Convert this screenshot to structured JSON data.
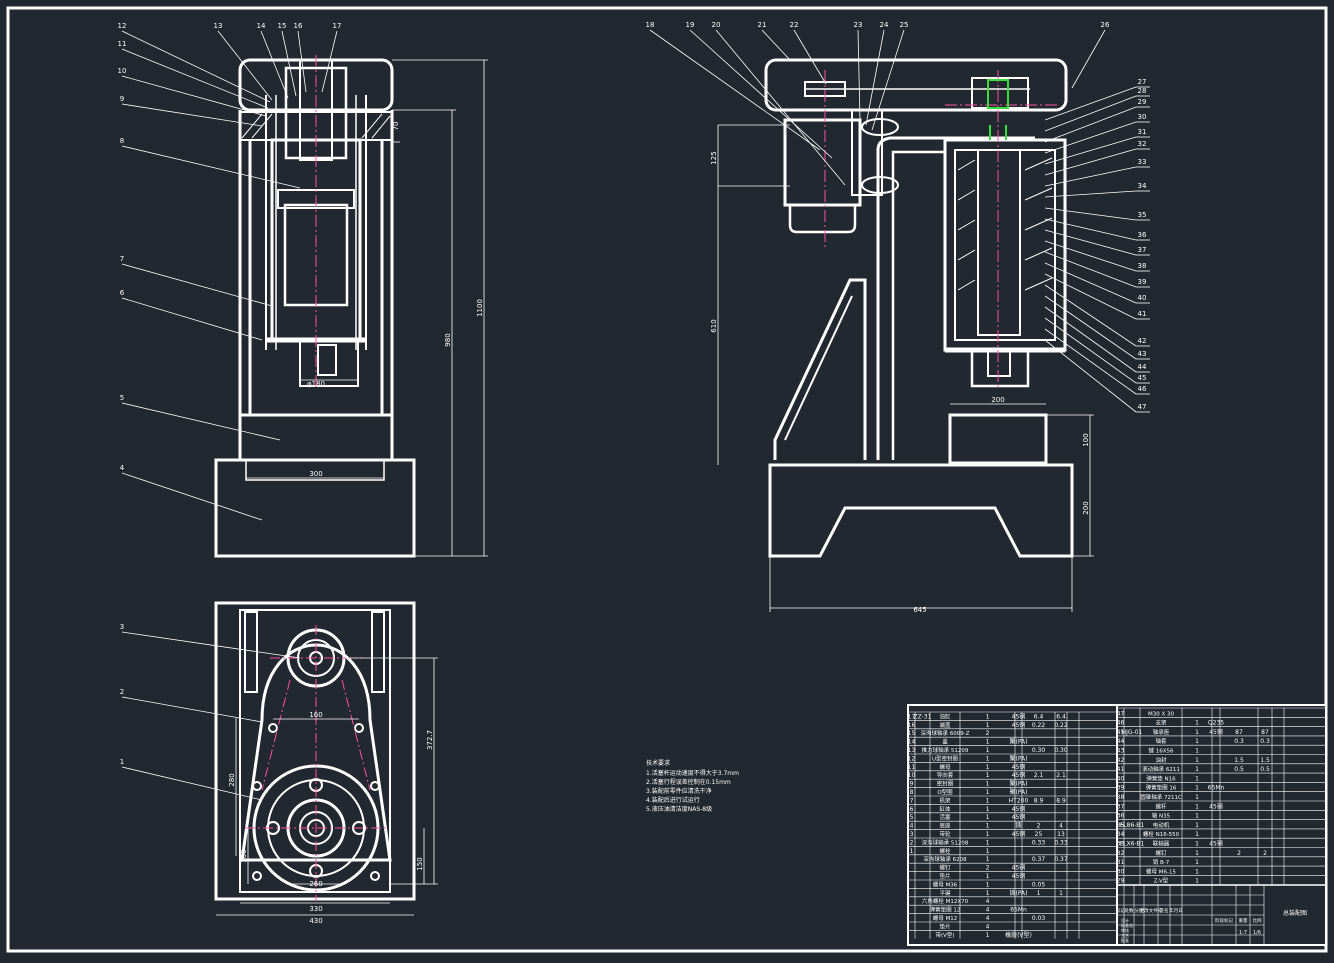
{
  "colors": {
    "background": "#212830",
    "line": "#ffffff",
    "center_line": "#ff4fa0",
    "highlight": "#3ddc3d"
  },
  "front_view": {
    "callouts": [
      "12",
      "11",
      "10",
      "9",
      "8",
      "7",
      "6",
      "5",
      "4",
      "13",
      "14",
      "15",
      "16",
      "17"
    ],
    "dims": {
      "bore": "φ180",
      "table_width": "300",
      "height_total": "1100",
      "height_inner": "980",
      "top_gap": "70"
    }
  },
  "top_view": {
    "callouts": [
      "3",
      "2",
      "1"
    ],
    "dims": {
      "bolt_span": "160",
      "overall_width": "430",
      "inner_width": "330",
      "depth": "372.7",
      "height_280": "280",
      "height_100": "100",
      "height_150": "150",
      "center_span": "260"
    }
  },
  "side_view": {
    "callouts": [
      "18",
      "19",
      "20",
      "21",
      "22",
      "23",
      "24",
      "25",
      "26",
      "27",
      "28",
      "29",
      "30",
      "31",
      "32",
      "33",
      "34",
      "35",
      "36",
      "37",
      "38",
      "39",
      "40",
      "41",
      "42",
      "43",
      "44",
      "45",
      "46",
      "47"
    ],
    "dims": {
      "motor_height": "125",
      "column_height": "610",
      "table_width": "200",
      "table_height": "100",
      "base_height": "200",
      "base_width": "645"
    }
  },
  "notes": {
    "heading": "技术要求",
    "lines": [
      "1.活塞杆运动速度不得大于3.7mm",
      "2.活塞行程误差控制在0.15mm",
      "3.装配前零件应清洗干净",
      "4.装配后进行试运行",
      "5.液压油清洁度NAS-8级"
    ]
  },
  "bom_left": [
    [
      "17",
      "ZZ-31",
      "油缸",
      "1",
      "45钢",
      "6.4",
      "6.4",
      ""
    ],
    [
      "16",
      "",
      "端盖",
      "1",
      "45钢",
      "0.22",
      "0.22",
      ""
    ],
    [
      "15",
      "",
      "深沟球轴承 6009-Z",
      "2",
      "",
      "",
      "",
      ""
    ],
    [
      "14",
      "",
      "盖",
      "1",
      "聚(PA)",
      "",
      "",
      ""
    ],
    [
      "13",
      "",
      "推力球轴承 51209",
      "1",
      "",
      "0.30",
      "0.30",
      ""
    ],
    [
      "12",
      "",
      "U型密封圈",
      "1",
      "聚(PA)",
      "",
      "",
      ""
    ],
    [
      "11",
      "",
      "螺母",
      "1",
      "45钢",
      "",
      "",
      ""
    ],
    [
      "10",
      "",
      "导向套",
      "1",
      "45钢",
      "2.1",
      "2.1",
      ""
    ],
    [
      "9",
      "",
      "密封圈",
      "1",
      "聚(PA)",
      "",
      "",
      ""
    ],
    [
      "8",
      "",
      "O型圈",
      "1",
      "聚(PA)",
      "",
      "",
      ""
    ],
    [
      "7",
      "",
      "机架",
      "1",
      "HT200",
      "8.9",
      "8.9",
      ""
    ],
    [
      "6",
      "",
      "缸体",
      "1",
      "45钢",
      "",
      "",
      ""
    ],
    [
      "5",
      "",
      "活塞",
      "1",
      "45钢",
      "",
      "",
      ""
    ],
    [
      "4",
      "",
      "底座",
      "1",
      "铸",
      "2",
      "4",
      ""
    ],
    [
      "3",
      "",
      "带轮",
      "1",
      "45钢",
      "25",
      "13",
      ""
    ],
    [
      "2",
      "",
      "深沟球轴承 51208",
      "1",
      "",
      "0.33",
      "0.33",
      ""
    ],
    [
      "1",
      "",
      "螺栓",
      "1",
      "",
      "",
      "",
      ""
    ],
    [
      "",
      "",
      "深沟球轴承 6208",
      "1",
      "",
      "0.37",
      "0.37",
      ""
    ],
    [
      "",
      "",
      "螺钉",
      "2",
      "45钢",
      "",
      "",
      ""
    ],
    [
      "",
      "",
      "垫片",
      "1",
      "45钢",
      "",
      "",
      ""
    ],
    [
      "",
      "",
      "螺母 M36",
      "1",
      "",
      "0.05",
      "",
      ""
    ],
    [
      "",
      "",
      "平键",
      "1",
      "铸(PA)",
      "1",
      "1",
      ""
    ],
    [
      "",
      "",
      "六角螺栓 M12X70",
      "4",
      "",
      "",
      "",
      ""
    ],
    [
      "",
      "",
      "弹簧垫圈 12",
      "4",
      "65Mn",
      "",
      "",
      ""
    ],
    [
      "",
      "",
      "螺母 M12",
      "4",
      "",
      "0.03",
      "",
      ""
    ],
    [
      "",
      "",
      "垫片",
      "4",
      "",
      "",
      "",
      ""
    ],
    [
      "",
      "",
      "带(V型)",
      "1",
      "橡胶(V型)",
      "",
      "",
      ""
    ]
  ],
  "bom_right": [
    [
      "47",
      "",
      "M30 X 30",
      "",
      "",
      "",
      "",
      ""
    ],
    [
      "46",
      "",
      "支架",
      "1",
      "Q235",
      "",
      "",
      ""
    ],
    [
      "45",
      "HJG-01",
      "轴承座",
      "1",
      "45钢",
      "87",
      "87",
      ""
    ],
    [
      "44",
      "",
      "轴套",
      "1",
      "",
      "0.3",
      "0.3",
      ""
    ],
    [
      "43",
      "",
      "键 16X56",
      "1",
      "",
      "",
      "",
      ""
    ],
    [
      "42",
      "",
      "油封",
      "1",
      "",
      "1.5",
      "1.5",
      ""
    ],
    [
      "41",
      "",
      "滚动轴承 6211",
      "1",
      "",
      "0.5",
      "0.5",
      ""
    ],
    [
      "40",
      "",
      "弹簧垫 N16",
      "1",
      "",
      "",
      "",
      ""
    ],
    [
      "39",
      "",
      "弹簧垫圈 16",
      "1",
      "65Mn",
      "",
      "",
      ""
    ],
    [
      "38",
      "",
      "圆锥轴承 7211C",
      "1",
      "",
      "",
      "",
      ""
    ],
    [
      "37",
      "",
      "螺杆",
      "1",
      "45钢",
      "",
      "",
      ""
    ],
    [
      "36",
      "",
      "轴 N35",
      "1",
      "",
      "",
      "",
      ""
    ],
    [
      "35",
      "FL86-B1",
      "电动机",
      "1",
      "",
      "",
      "",
      ""
    ],
    [
      "34",
      "",
      "螺栓 N16-550",
      "1",
      "",
      "",
      "",
      ""
    ],
    [
      "33",
      "FLX6-B1",
      "联轴器",
      "1",
      "45钢",
      "",
      "",
      ""
    ],
    [
      "32",
      "",
      "螺钉",
      "1",
      "",
      "2",
      "2",
      ""
    ],
    [
      "31",
      "",
      "销 B-7",
      "1",
      "",
      "",
      "",
      ""
    ],
    [
      "30",
      "",
      "螺母 M6-15",
      "1",
      "",
      "",
      "",
      ""
    ],
    [
      "29",
      "",
      "Z-V型",
      "1",
      "",
      "",
      "",
      ""
    ]
  ],
  "title_block": {
    "title": "总装配图",
    "scale": "1:7",
    "sheet": "1/6",
    "weight": "",
    "cells": [
      "标记",
      "处数",
      "分区",
      "更改文件号",
      "签名",
      "年月日",
      "设计",
      "标准化",
      "审核",
      "工艺",
      "批准",
      "阶段标记",
      "重量",
      "比例"
    ]
  }
}
